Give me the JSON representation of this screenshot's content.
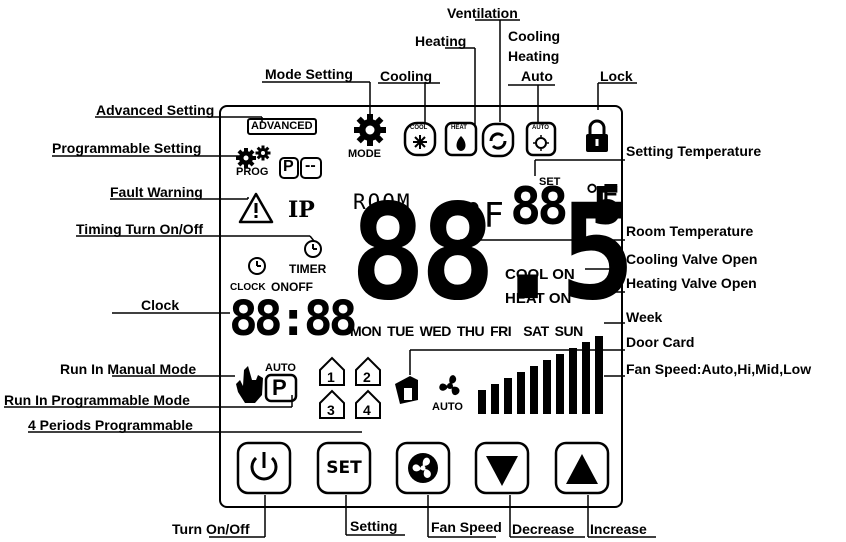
{
  "labels": {
    "ventilation": "Ventilation",
    "heating": "Heating",
    "cooling_heating_auto_1": "Cooling",
    "cooling_heating_auto_2": "Heating",
    "cooling_heating_auto_3": "Auto",
    "mode_setting": "Mode Setting",
    "cooling": "Cooling",
    "lock": "Lock",
    "advanced_setting": "Advanced Setting",
    "programmable_setting": "Programmable Setting",
    "setting_temperature": "Setting Temperature",
    "fault_warning": "Fault Warning",
    "timing": "Timing Turn On/Off",
    "room_temperature": "Room Temperature",
    "cooling_valve": "Cooling Valve Open",
    "heating_valve": "Heating Valve Open",
    "clock": "Clock",
    "week": "Week",
    "door_card": "Door Card",
    "manual_mode": "Run In Manual Mode",
    "fan_speed_modes": "Fan Speed:Auto,Hi,Mid,Low",
    "programmable_mode": "Run In Programmable Mode",
    "four_periods": "4 Periods Programmable",
    "turn_on_off": "Turn On/Off",
    "setting": "Setting",
    "fan_speed": "Fan Speed",
    "decrease": "Decrease",
    "increase": "Increase"
  },
  "lcd": {
    "advanced": "ADVANCED",
    "mode": "MODE",
    "cool": "COOL",
    "heat": "HEAT",
    "auto": "AUTO",
    "prog": "PROG",
    "p_box": "P",
    "dash_box": "--",
    "ip": "IP",
    "room": "ROOM",
    "room_value": "88.5",
    "room_unit": "°F",
    "set": "SET",
    "set_value": "88.5",
    "set_unit": "°F",
    "timer": "TIMER",
    "onoff": "ONOFF",
    "clock": "CLOCK",
    "clock_value": "88:88",
    "cool_on": "COOL ON",
    "heat_on": "HEAT ON",
    "days": [
      "MON",
      "TUE",
      "WED",
      "THU",
      "FRI",
      "SAT",
      "SUN"
    ],
    "auto_p_label": "AUTO",
    "auto_p": "P",
    "fan_auto": "AUTO",
    "periods": [
      "1",
      "2",
      "3",
      "4"
    ],
    "set_button": "SET",
    "fan_bars": 10
  }
}
